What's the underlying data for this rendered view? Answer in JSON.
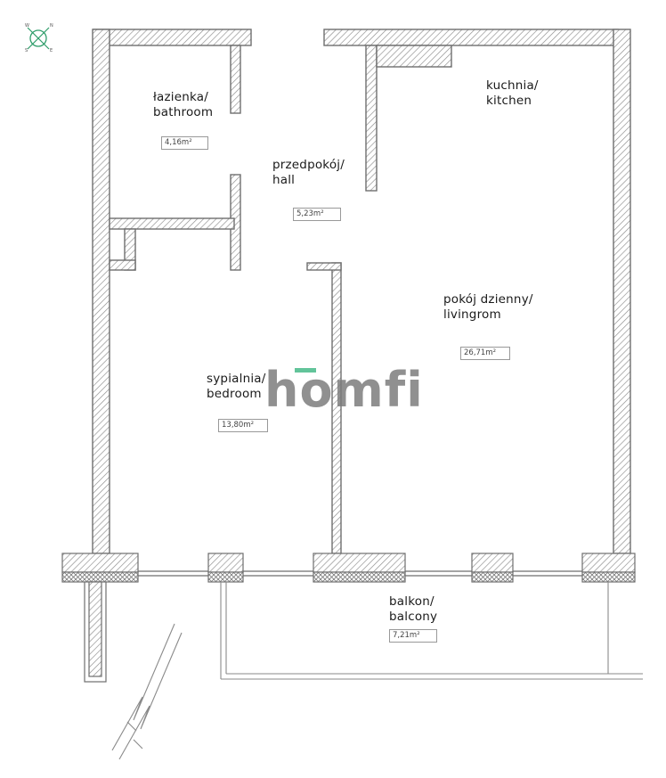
{
  "compass": {
    "icon": "compass-icon",
    "color": "#2e9d6a",
    "n": "N",
    "s": "S",
    "e": "E",
    "w": "W"
  },
  "watermark": {
    "text": "homfi",
    "accent": "#62c49a"
  },
  "rooms": {
    "bathroom": {
      "name_pl": "łazienka/",
      "name_en": "bathroom",
      "area": "4,16m²"
    },
    "hall": {
      "name_pl": "przedpokój/",
      "name_en": "hall",
      "area": "5,23m²"
    },
    "kitchen": {
      "name_pl": "kuchnia/",
      "name_en": "kitchen"
    },
    "livingroom": {
      "name_pl": "pokój dzienny/",
      "name_en": "livingrom",
      "area": "26,71m²"
    },
    "bedroom": {
      "name_pl": "sypialnia/",
      "name_en": "bedroom",
      "area": "13,80m²"
    },
    "balcony": {
      "name_pl": "balkon/",
      "name_en": "balcony",
      "area": "7,21m²"
    }
  },
  "colors": {
    "wall": "#6e6e6e",
    "hatch": "#9a9a9a",
    "line": "#8a8a8a"
  }
}
